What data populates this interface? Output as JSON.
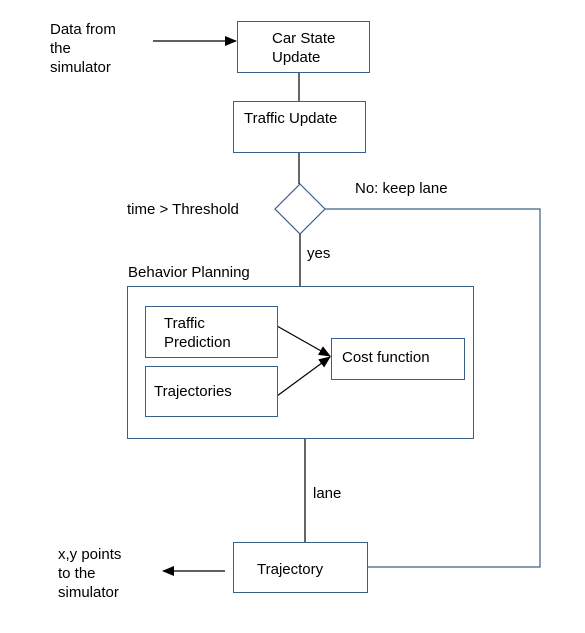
{
  "nodes": {
    "car_state_update": "Car State\nUpdate",
    "traffic_update": "Traffic Update",
    "decision": "time > Threshold",
    "behavior_planning": "Behavior Planning",
    "traffic_prediction": "Traffic\nPrediction",
    "trajectories": "Trajectories",
    "cost_function": "Cost function",
    "trajectory": "Trajectory"
  },
  "labels": {
    "input": "Data from\nthe\nsimulator",
    "no_branch": "No: keep lane",
    "yes_branch": "yes",
    "lane": "lane",
    "output": "x,y points\nto the\nsimulator"
  },
  "colors": {
    "box_border": "#3a5f8a",
    "line": "#000000"
  }
}
